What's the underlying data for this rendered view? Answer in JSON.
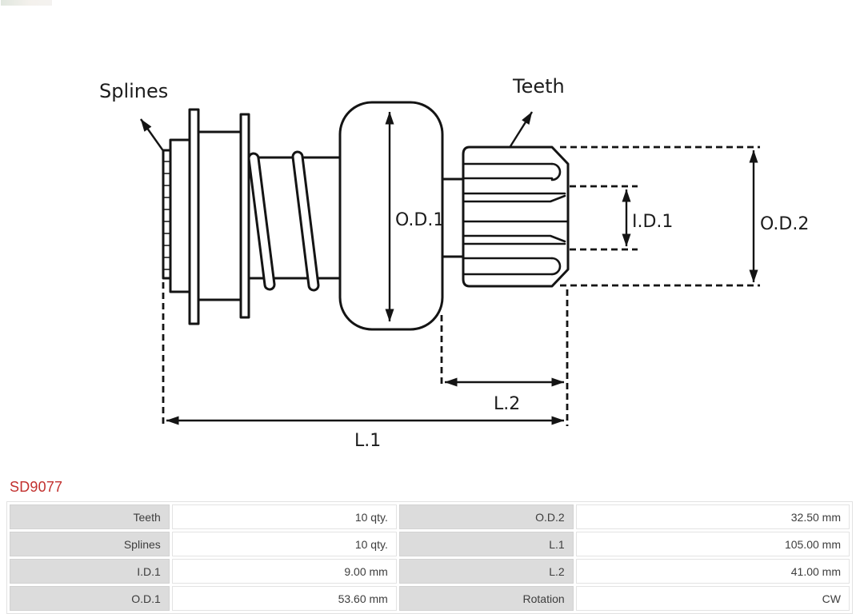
{
  "part": {
    "number": "SD9077"
  },
  "drawing": {
    "labels": {
      "splines": "Splines",
      "teeth": "Teeth",
      "od1": "O.D.1",
      "id1": "I.D.1",
      "od2": "O.D.2",
      "l1": "L.1",
      "l2": "L.2"
    }
  },
  "spec_table": {
    "rows": [
      {
        "cells": [
          "Teeth",
          "10 qty.",
          "O.D.2",
          "32.50 mm"
        ]
      },
      {
        "cells": [
          "Splines",
          "10 qty.",
          "L.1",
          "105.00 mm"
        ]
      },
      {
        "cells": [
          "I.D.1",
          "9.00 mm",
          "L.2",
          "41.00 mm"
        ]
      },
      {
        "cells": [
          "O.D.1",
          "53.60 mm",
          "Rotation",
          "CW"
        ]
      }
    ]
  },
  "colors": {
    "accent_red": "#c2302e",
    "table_label_bg": "#dcdcdc",
    "table_text": "#3d3d3d",
    "drawing_stroke": "#141414"
  }
}
